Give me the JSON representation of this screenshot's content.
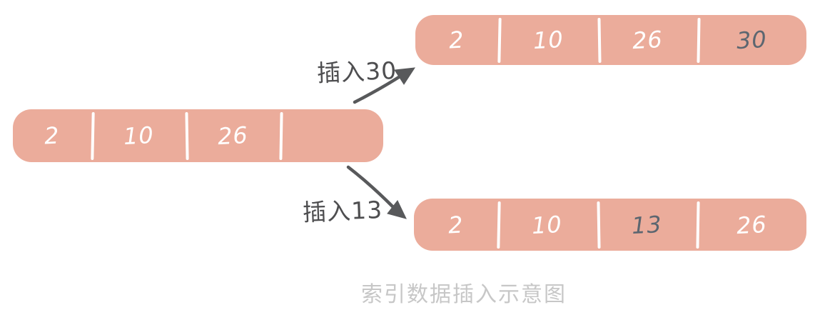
{
  "caption": "索引数据插入示意图",
  "inserts": {
    "top": {
      "label": "插入30"
    },
    "bottom": {
      "label": "插入13"
    }
  },
  "arrays": {
    "source": {
      "cells": [
        {
          "value": "2",
          "highlight": false
        },
        {
          "value": "10",
          "highlight": false
        },
        {
          "value": "26",
          "highlight": false
        },
        {
          "value": "",
          "highlight": false
        }
      ]
    },
    "after_insert_30": {
      "cells": [
        {
          "value": "2",
          "highlight": false
        },
        {
          "value": "10",
          "highlight": false
        },
        {
          "value": "26",
          "highlight": false
        },
        {
          "value": "30",
          "highlight": true
        }
      ]
    },
    "after_insert_13": {
      "cells": [
        {
          "value": "2",
          "highlight": false
        },
        {
          "value": "10",
          "highlight": false
        },
        {
          "value": "13",
          "highlight": true
        },
        {
          "value": "26",
          "highlight": false
        }
      ]
    }
  },
  "palette": {
    "array_fill": "#EBAC9B",
    "divider": "#FFFFFF",
    "value_white": "#FFFFFF",
    "value_gray": "#5C6670",
    "arrow": "#58595B",
    "label": "#4E4E50",
    "caption": "#C7C7C7"
  }
}
